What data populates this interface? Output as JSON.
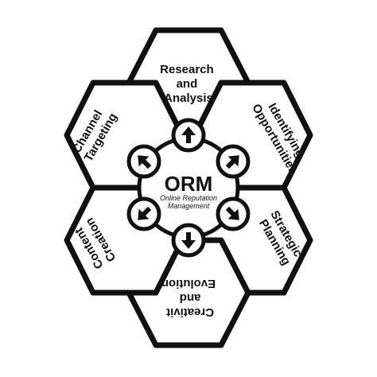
{
  "diagram": {
    "hub": {
      "title": "ORM",
      "subtitle_line1": "Online Reputation",
      "subtitle_line2": "Management"
    },
    "segments": [
      {
        "id": "research",
        "lines": [
          "Research",
          "and",
          "Analysis"
        ]
      },
      {
        "id": "identify",
        "lines": [
          "Identifying",
          "Opportunities"
        ]
      },
      {
        "id": "strategic",
        "lines": [
          "Strategic",
          "Planning"
        ]
      },
      {
        "id": "creative",
        "lines": [
          "Creativit",
          "and",
          "Evolution"
        ]
      },
      {
        "id": "content",
        "lines": [
          "Content",
          "Creation"
        ]
      },
      {
        "id": "channel",
        "lines": [
          "Channel",
          "Targeting"
        ]
      }
    ],
    "colors": {
      "ink": "#111111",
      "background": "#ffffff"
    },
    "arrow_icon": "arrow-in-circle-icon"
  }
}
